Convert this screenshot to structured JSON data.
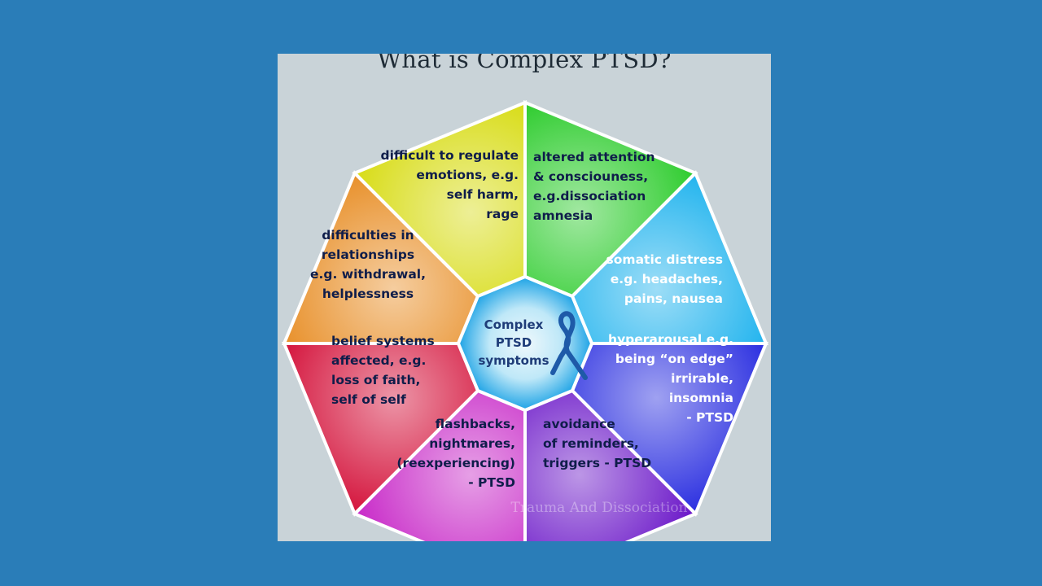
{
  "title": "What is Complex PTSD?",
  "center": {
    "lines": [
      "Complex",
      "PTSD",
      "symptoms"
    ],
    "icon": "awareness-ribbon-icon"
  },
  "segments": [
    {
      "id": "regulate-emotions",
      "color": "#2ecc2e",
      "anchor": "end",
      "lines": [
        "difficult to regulate",
        "emotions, e.g.",
        "self harm,",
        "rage"
      ]
    },
    {
      "id": "altered-attention",
      "color": "#22b4ee",
      "anchor": "start",
      "lines": [
        "altered attention",
        "& consciouness,",
        "e.g.dissociation",
        "amnesia"
      ]
    },
    {
      "id": "somatic-distress",
      "color": "#2a2ee0",
      "anchor": "end",
      "lines": [
        "somatic distress",
        "e.g. headaches,",
        "pains, nausea"
      ]
    },
    {
      "id": "hyperarousal",
      "color": "#6a16c8",
      "anchor": "end",
      "lines": [
        "hyperarousal e.g.",
        "being “on edge”",
        "irrirable,",
        "insomnia",
        "- PTSD"
      ]
    },
    {
      "id": "avoidance",
      "color": "#c82ac8",
      "anchor": "start",
      "lines": [
        "avoidance",
        "of reminders,",
        "triggers - PTSD"
      ]
    },
    {
      "id": "flashbacks",
      "color": "#d4143c",
      "anchor": "end",
      "lines": [
        "flashbacks,",
        "nightmares,",
        "(reexperiencing)",
        "- PTSD"
      ]
    },
    {
      "id": "belief-systems",
      "color": "#e8902a",
      "anchor": "start",
      "lines": [
        "belief systems",
        "affected, e.g.",
        "loss of faith,",
        "self of self"
      ]
    },
    {
      "id": "relationships",
      "color": "#d8dc16",
      "anchor": "middle",
      "lines": [
        "difficulties in",
        "relationships",
        "e.g. withdrawal,",
        "helplessness"
      ]
    }
  ],
  "watermark": "Trauma And Dissociation"
}
